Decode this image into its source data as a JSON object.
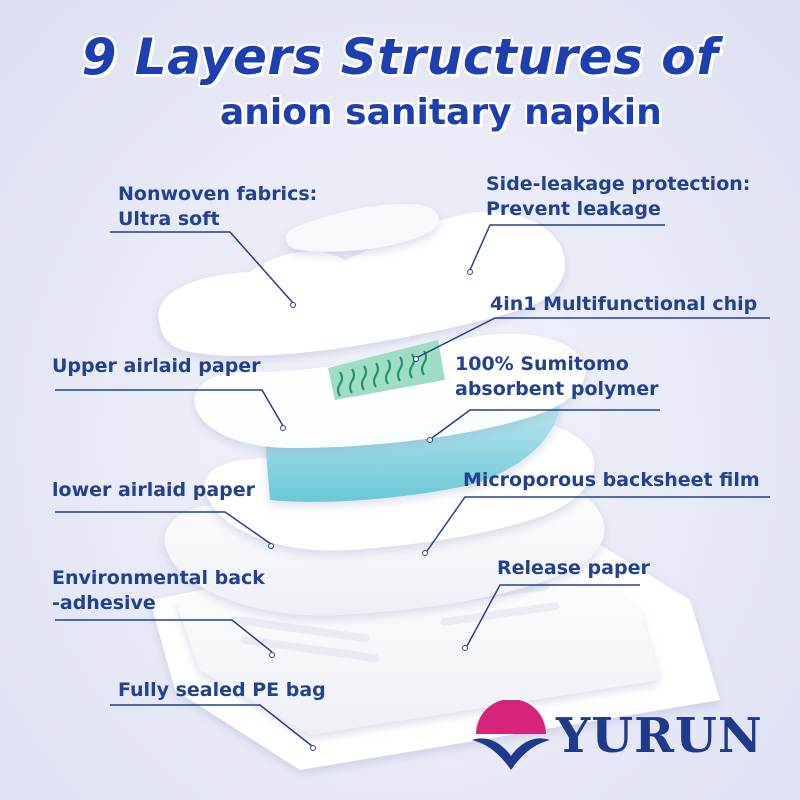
{
  "title": {
    "line1": "9 Layers Structures of",
    "line2": "anion sanitary napkin"
  },
  "labels": {
    "nonwoven_1": "Nonwoven fabrics:",
    "nonwoven_2": "Ultra soft",
    "side_leak_1": "Side-leakage protection:",
    "side_leak_2": "Prevent leakage",
    "chip": "4in1 Multifunctional chip",
    "upper_airlaid": "Upper airlaid paper",
    "polymer_1": "100% Sumitomo",
    "polymer_2": "absorbent polymer",
    "lower_airlaid": "lower airlaid paper",
    "backsheet": "Microporous backsheet film",
    "back_adhesive_1": "Environmental back",
    "back_adhesive_2": "-adhesive",
    "release_paper": "Release paper",
    "pe_bag": "Fully sealed PE bag"
  },
  "brand": {
    "name": "YURUN",
    "logo_icon": "lotus-wave-logo-icon"
  },
  "colors": {
    "title": "#1d3fb0",
    "label": "#22418f",
    "absorbent_layer": "#7fcfdc",
    "chip": "#52b98c",
    "logo_magenta": "#d6247b",
    "logo_navy": "#1f3a8a"
  }
}
